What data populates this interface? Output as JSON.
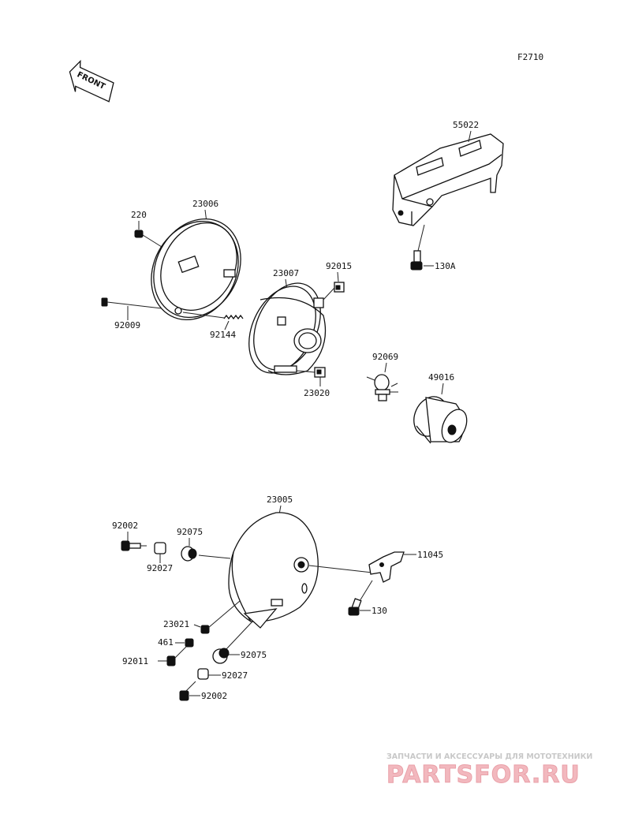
{
  "figure_code": "F2710",
  "front_label": "FRONT",
  "parts": {
    "p55022": "55022",
    "p220": "220",
    "p23006": "23006",
    "p92015": "92015",
    "p23007": "23007",
    "p130A": "130A",
    "p92009": "92009",
    "p92144": "92144",
    "p92069": "92069",
    "p49016": "49016",
    "p23020": "23020",
    "p23005": "23005",
    "p92002a": "92002",
    "p92075a": "92075",
    "p92027a": "92027",
    "p11045": "11045",
    "p130": "130",
    "p23021": "23021",
    "p461": "461",
    "p92011": "92011",
    "p92075b": "92075",
    "p92027b": "92027",
    "p92002b": "92002"
  },
  "watermark": {
    "top": "ЗАПЧАСТИ И АКСЕССУАРЫ ДЛЯ МОТОТЕХНИКИ",
    "brand": "PARTSFOR.RU"
  }
}
